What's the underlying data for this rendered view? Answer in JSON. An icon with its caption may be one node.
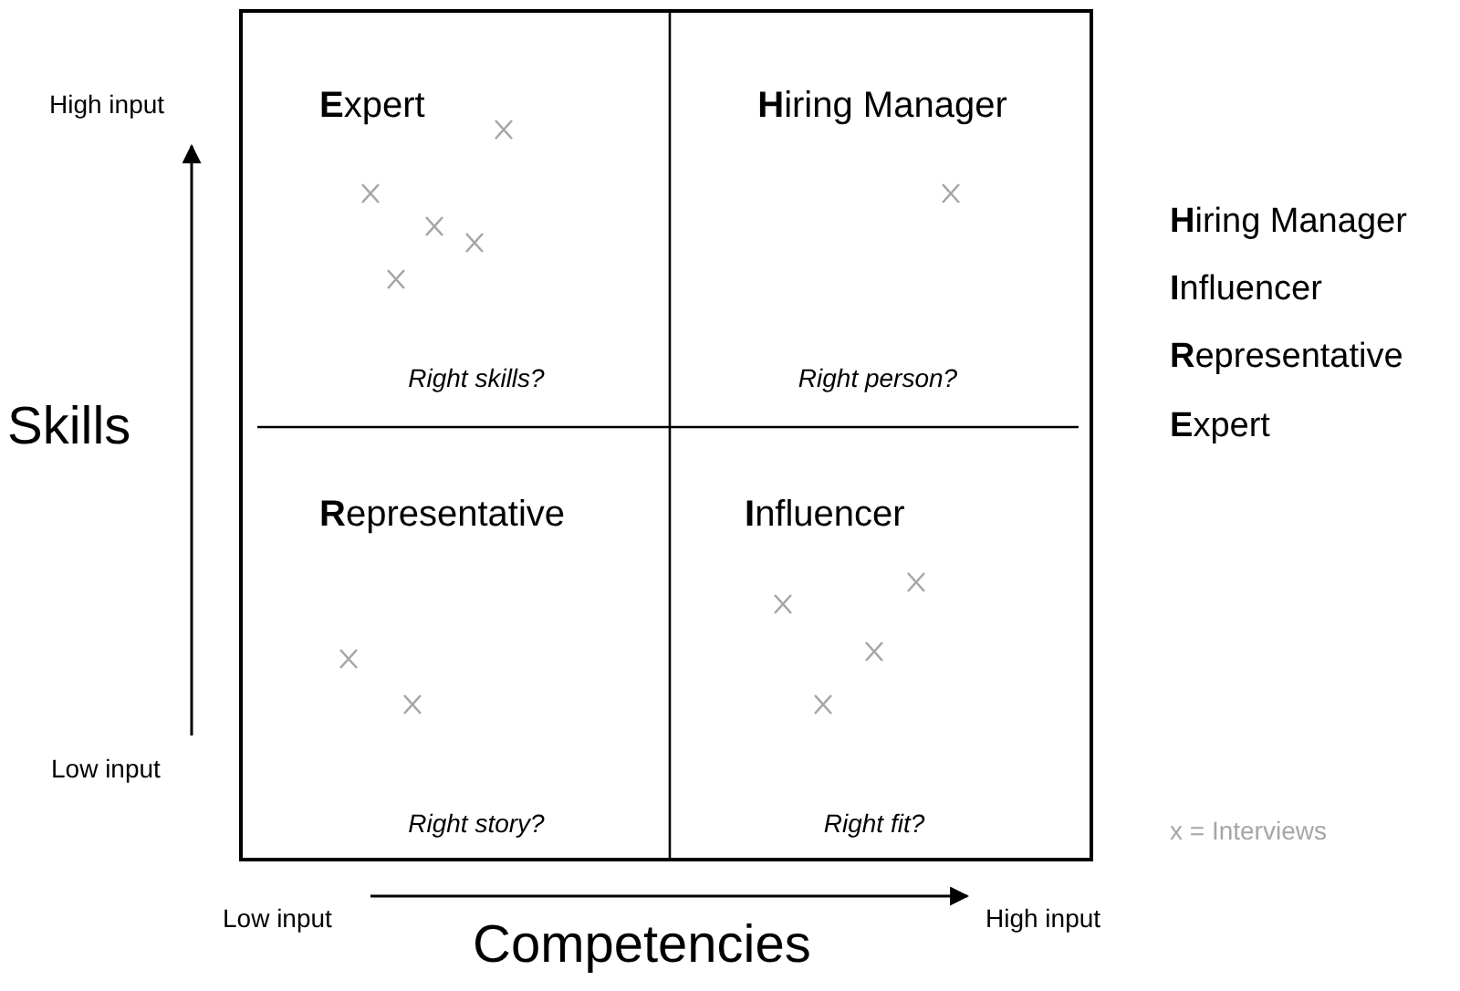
{
  "diagram": {
    "nodes": [
      {
        "text": [],
        "shape": "box"
      },
      {
        "text": [
          "**E**xpert",
          "Right skills?"
        ],
        "in": 0
      },
      {
        "text": [
          "**H**iring Manager",
          "Right person?"
        ],
        "in": 0
      },
      {
        "text": [
          "**R**epresentative",
          "Right story?"
        ],
        "in": 0
      },
      {
        "text": [
          "**I**nfluencer",
          "Right fit?"
        ],
        "in": 0
      }
    ],
    "labels": [
      "High input",
      "**H**iring Manager",
      "**I**nfluencer",
      "**R**epresentative",
      "**E**xpert",
      "Skills",
      "Low input",
      "x = Interviews",
      "Low input",
      "High input",
      "Competencies"
    ]
  }
}
